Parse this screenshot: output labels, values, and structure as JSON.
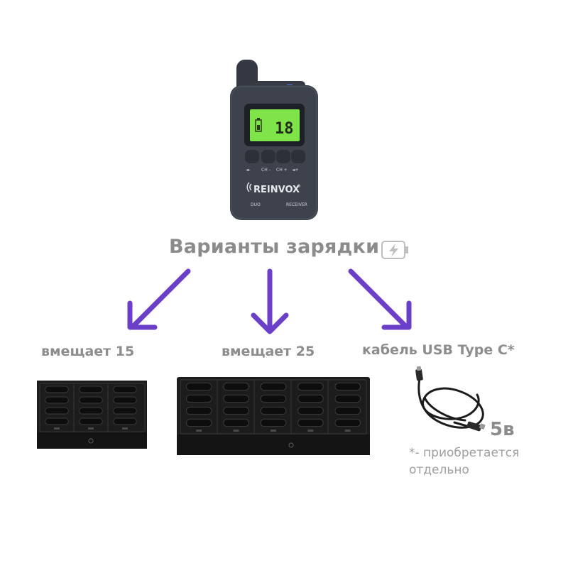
{
  "colors": {
    "arrow": "#6b3fc8",
    "text_gray": "#8b8b8b",
    "lcd_green": "#7fe34a",
    "device_body": "#3d424c",
    "dock_black": "#1c1c1c"
  },
  "device": {
    "lcd_channel": "18",
    "brand": "REINVOX",
    "brand_mark": "®",
    "model": "DUO",
    "type": "RECEIVER",
    "buttons": [
      "◄-",
      "CH –",
      "CH +",
      "◄+"
    ]
  },
  "heading": {
    "text": "Варианты зарядки",
    "icon": "battery-charging-icon"
  },
  "options": {
    "dock15_label": "вмещает 15",
    "dock25_label": "вмещает 25",
    "usb_label": "кабель USB Type C*",
    "voltage": "5в",
    "note": "*- приобретается отдельно"
  }
}
